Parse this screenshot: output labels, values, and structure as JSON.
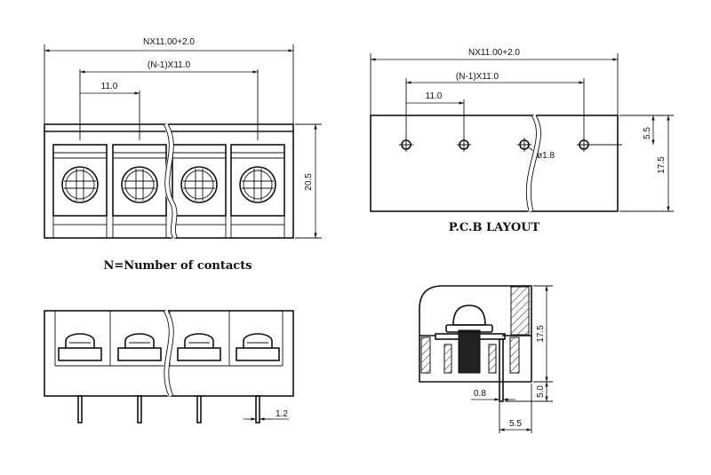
{
  "front_view": {
    "overall_dim": "NX11.00+2.0",
    "span_dim": "(N-1)X11.0",
    "pitch_dim": "11.0",
    "height_dim": "20.5",
    "caption": "N=Number of contacts"
  },
  "pcb_layout": {
    "overall_dim": "NX11.00+2.0",
    "span_dim": "(N-1)X11.0",
    "pitch_dim": "11.0",
    "hole_dim": "ø1.8",
    "offset_dim": "5.5",
    "height_dim": "17.5",
    "caption": "P.C.B LAYOUT"
  },
  "bottom_view": {
    "pin_dim": "1.2"
  },
  "side_view": {
    "height_dim": "17.5",
    "pin_length_dim": "5.0",
    "pin_width_dim": "0.8",
    "pin_offset_dim": "5.5"
  }
}
